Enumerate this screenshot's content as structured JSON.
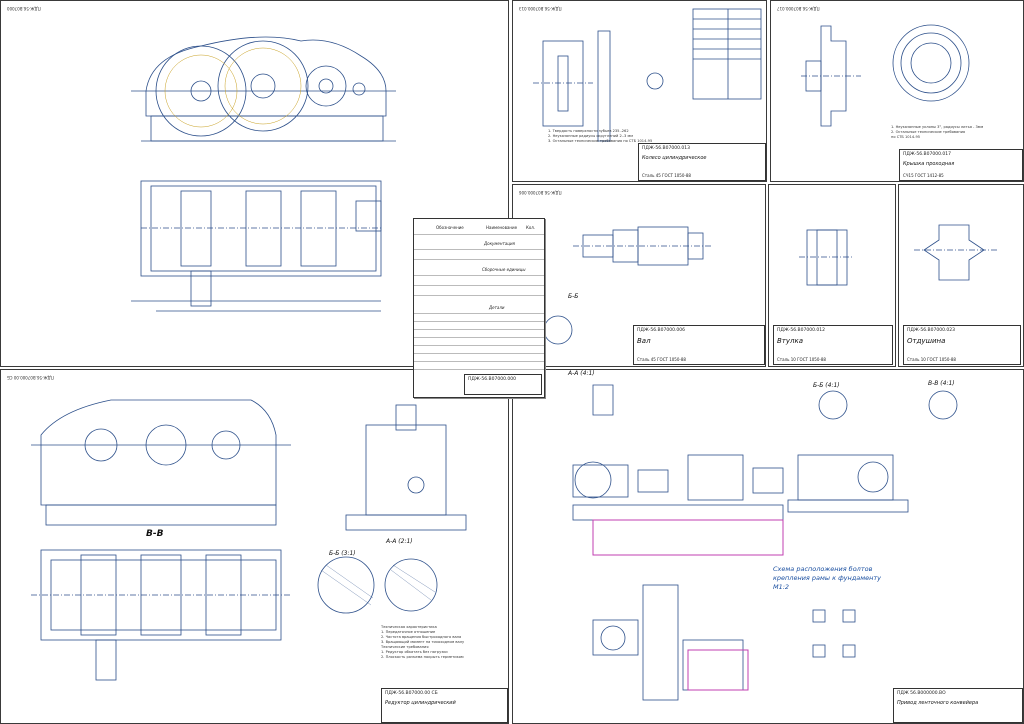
{
  "sheets": {
    "assembly_gearbox": {
      "code": "ПДЖ-56.В07000.00 СБ",
      "title": "Редуктор цилиндрический",
      "section_bb": "В-В",
      "section_aa": "А-А (2:1)",
      "section_bb2": "Б-Б (3:1)"
    },
    "drive": {
      "code": "ПДЖ 56.В000000.ВО",
      "title": "Привод ленточного конвейера",
      "scheme_title": "Схема расположения болтов крепления рамы к фундаменту М1:2",
      "view_aa": "А-А (4:1)",
      "view_bb": "Б-Б (4:1)",
      "view_vv": "В-В (4:1)"
    },
    "gear": {
      "code": "ПДЖ-56.В07000.013",
      "title": "Колесо цилиндрическое",
      "material": "Сталь 45 ГОСТ 1050-88"
    },
    "cover": {
      "code": "ПДЖ-56.В07000.017",
      "title": "Крышка проходная",
      "material": "СЧ15 ГОСТ 1412-85"
    },
    "shaft": {
      "code": "ПДЖ-56.В07000.006",
      "title": "Вал",
      "material": "Сталь 45 ГОСТ 1050-88",
      "section": "Б-Б"
    },
    "sleeve": {
      "code": "ПДЖ-56.В07000.012",
      "title": "Втулка",
      "material": "Сталь 10 ГОСТ 1050-88"
    },
    "vent": {
      "code": "ПДЖ-56.В07000.023",
      "title": "Отдушина",
      "material": "Сталь 10 ГОСТ 1050-88"
    },
    "top_left": {
      "code": "ПДЖ-56.В07000"
    }
  },
  "bom": {
    "headers": [
      "Обозначение",
      "Наименование",
      "Кол."
    ],
    "sections": [
      "Документация",
      "Сборочные единицы",
      "Детали"
    ],
    "code": "ПДЖ-56.В07000.000"
  },
  "colors": {
    "line": "#2c4f8a",
    "frame": "#3a3a3a",
    "highlight": "#c23fb0"
  }
}
